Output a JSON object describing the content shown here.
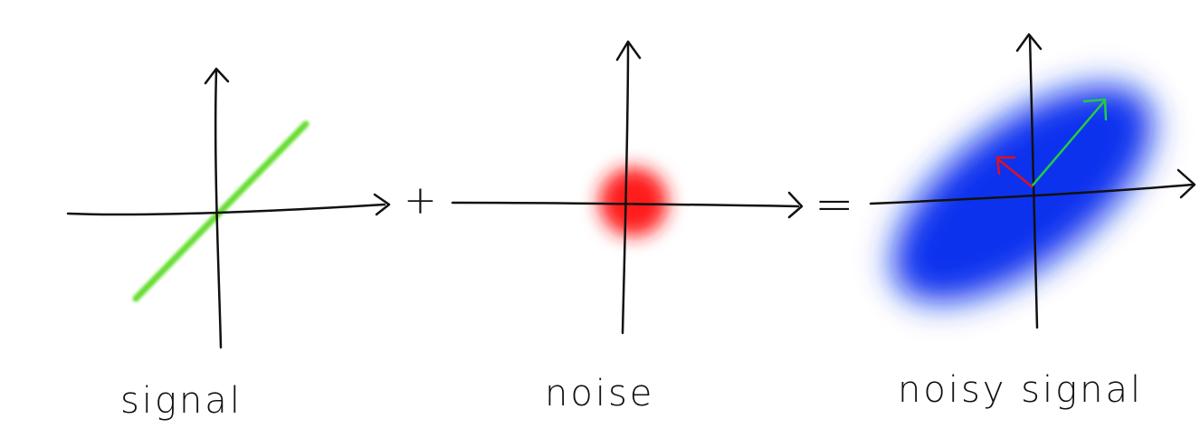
{
  "panels": [
    {
      "caption": "signal"
    },
    {
      "caption": "noise"
    },
    {
      "caption": "noisy signal"
    }
  ],
  "operators": {
    "plus": "+",
    "equals": "="
  },
  "colors": {
    "axis": "#111111",
    "signal_line": "#66dd33",
    "noise_blob": "#ff1a1a",
    "noisy_blob": "#1133ee",
    "principal_vector": "#22cc44",
    "minor_vector": "#dd1122"
  }
}
